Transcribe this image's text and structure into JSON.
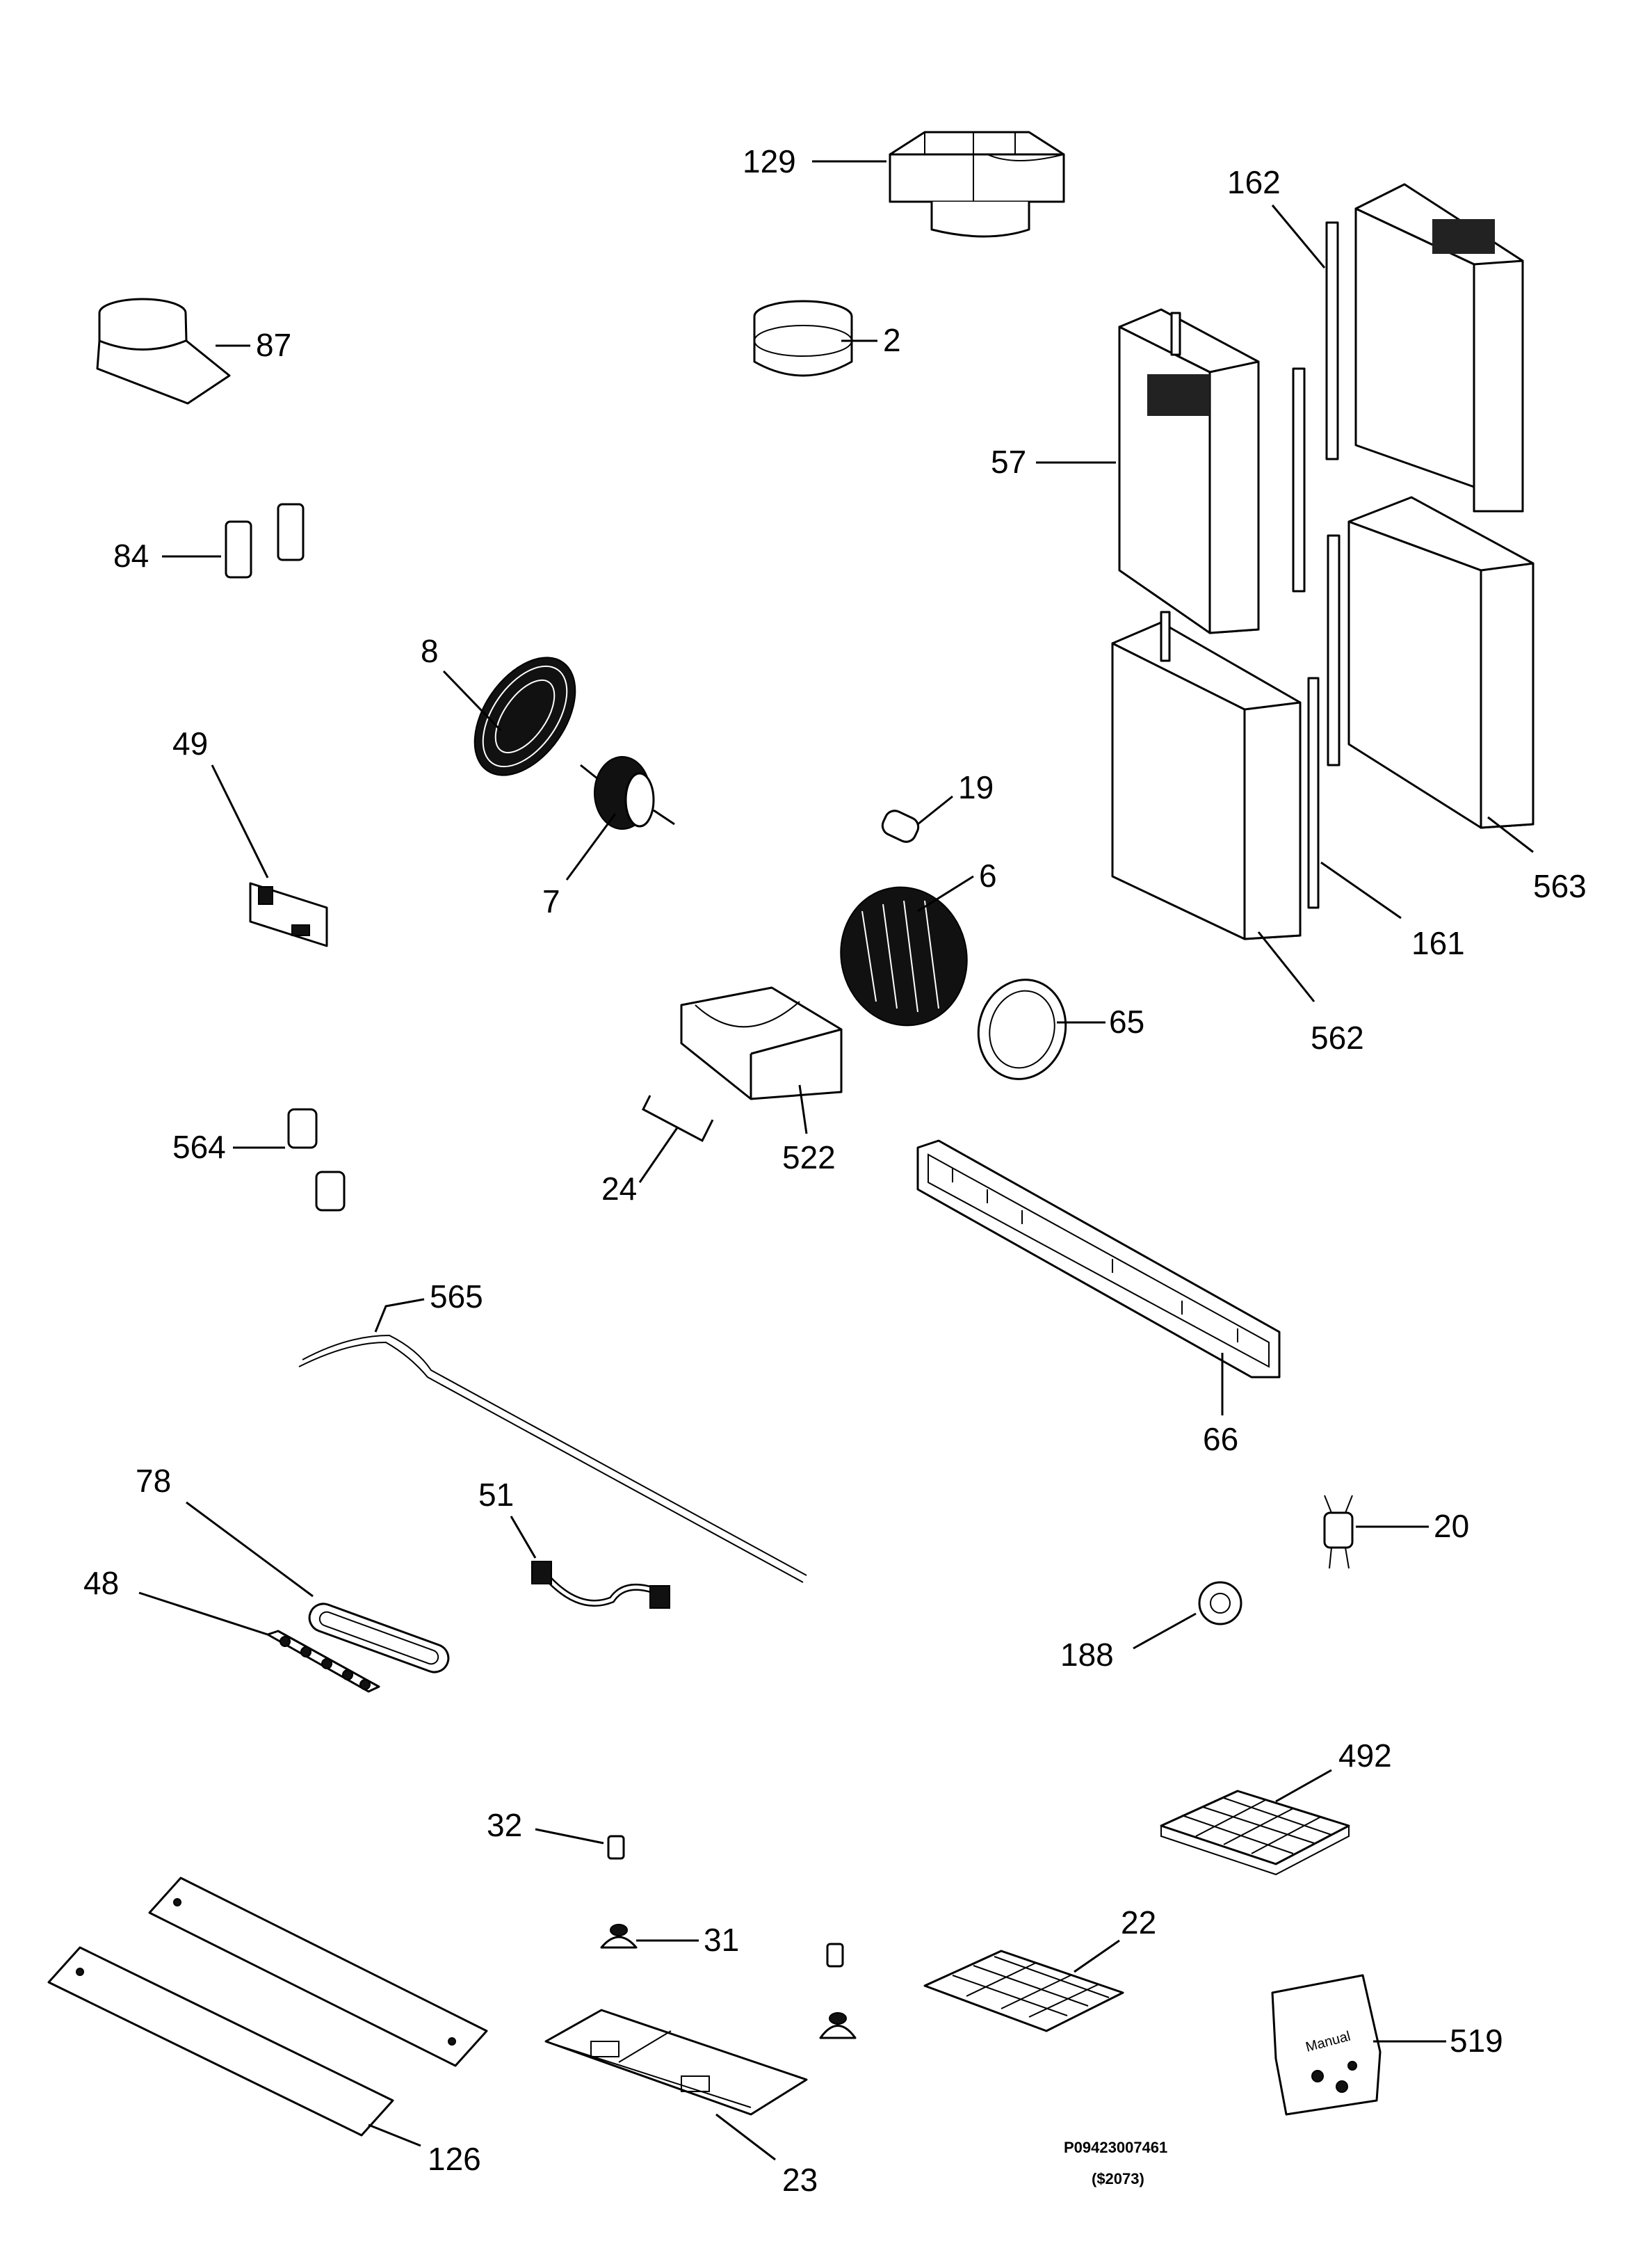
{
  "labels": {
    "p129": "129",
    "p162": "162",
    "p87": "87",
    "p2": "2",
    "p57": "57",
    "p84": "84",
    "p8": "8",
    "p49": "49",
    "p7": "7",
    "p19": "19",
    "p6": "6",
    "p563": "563",
    "p161": "161",
    "p65": "65",
    "p562": "562",
    "p564": "564",
    "p522": "522",
    "p24": "24",
    "p565": "565",
    "p66": "66",
    "p78": "78",
    "p51": "51",
    "p20": "20",
    "p48": "48",
    "p188": "188",
    "p492": "492",
    "p32": "32",
    "p31": "31",
    "p22": "22",
    "p519": "519",
    "p126": "126",
    "p23": "23"
  },
  "footer": {
    "drawing_number": "P09423007461",
    "code": "($2073)"
  },
  "bag_text": "Manual"
}
